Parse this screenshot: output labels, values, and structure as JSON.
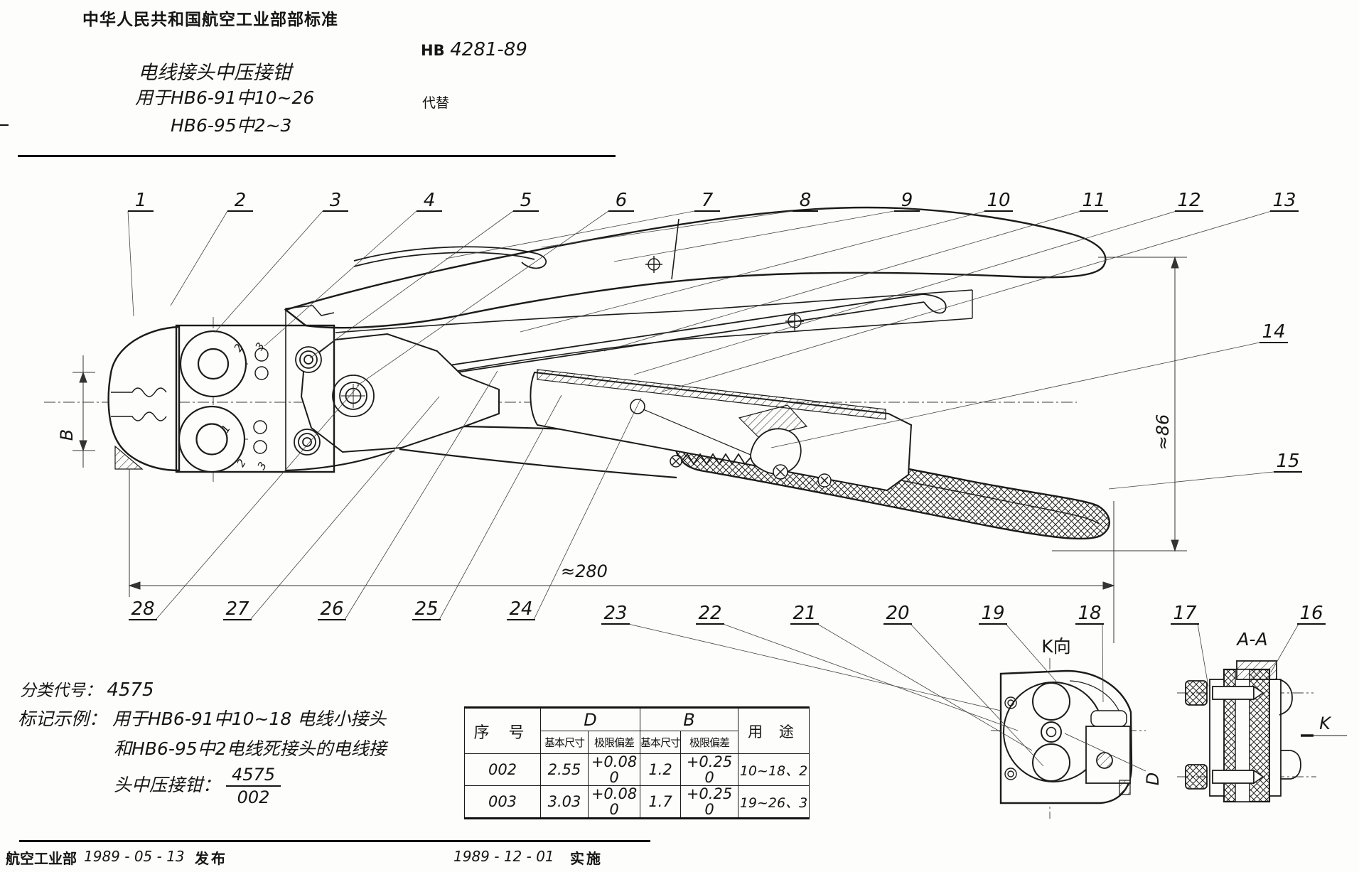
{
  "header": {
    "standard_org": "中华人民共和国航空工业部部标准",
    "title_line1": "电线接头中压接钳",
    "title_line2": "用于HB6-91中10~26",
    "title_line3": "HB6-95中2~3",
    "code_prefix": "HB",
    "code_number": "4281-89",
    "replaces_label": "代替"
  },
  "drawing": {
    "callouts_top": [
      "1",
      "2",
      "3",
      "4",
      "5",
      "6",
      "7",
      "8",
      "9",
      "10",
      "11",
      "12",
      "13"
    ],
    "callouts_right": [
      "14",
      "15"
    ],
    "callouts_bottom": [
      "28",
      "27",
      "26",
      "25",
      "24",
      "23",
      "22",
      "21",
      "20",
      "19",
      "18",
      "17",
      "16"
    ],
    "dims": {
      "length": "≈280",
      "height": "≈86",
      "width": "B",
      "die_hole": "D"
    },
    "views": {
      "k_view": "K向",
      "section": "A-A",
      "k_arrow": "K"
    },
    "die_marks": {
      "top": [
        "2",
        "3"
      ],
      "bottom": [
        "1",
        "2",
        "3"
      ]
    }
  },
  "classification": {
    "label": "分类代号：",
    "code": "4575",
    "example_label": "标记示例：",
    "example_line1": "用于HB6-91中10~18 电线小接头",
    "example_line2": "和HB6-95中2电线死接头的电线接",
    "example_line3": "头中压接钳：",
    "example_fraction_num": "4575",
    "example_fraction_den": "002"
  },
  "table": {
    "col_serial": "序 号",
    "col_d": "D",
    "col_b": "B",
    "col_use": "用 途",
    "sub_basic": "基本尺寸",
    "sub_dev": "极限偏差",
    "rows": [
      {
        "serial": "002",
        "d_basic": "2.55",
        "d_dev_up": "+0.08",
        "d_dev_dn": "0",
        "b_basic": "1.2",
        "b_dev_up": "+0.25",
        "b_dev_dn": "0",
        "use": "10~18、2"
      },
      {
        "serial": "003",
        "d_basic": "3.03",
        "d_dev_up": "+0.08",
        "d_dev_dn": "0",
        "b_basic": "1.7",
        "b_dev_up": "+0.25",
        "b_dev_dn": "0",
        "use": "19~26、3"
      }
    ]
  },
  "footer": {
    "org": "航空工业部",
    "issue_date": "1989 - 05 - 13",
    "issue_label": "发布",
    "impl_date": "1989 - 12 - 01",
    "impl_label": "实施"
  }
}
